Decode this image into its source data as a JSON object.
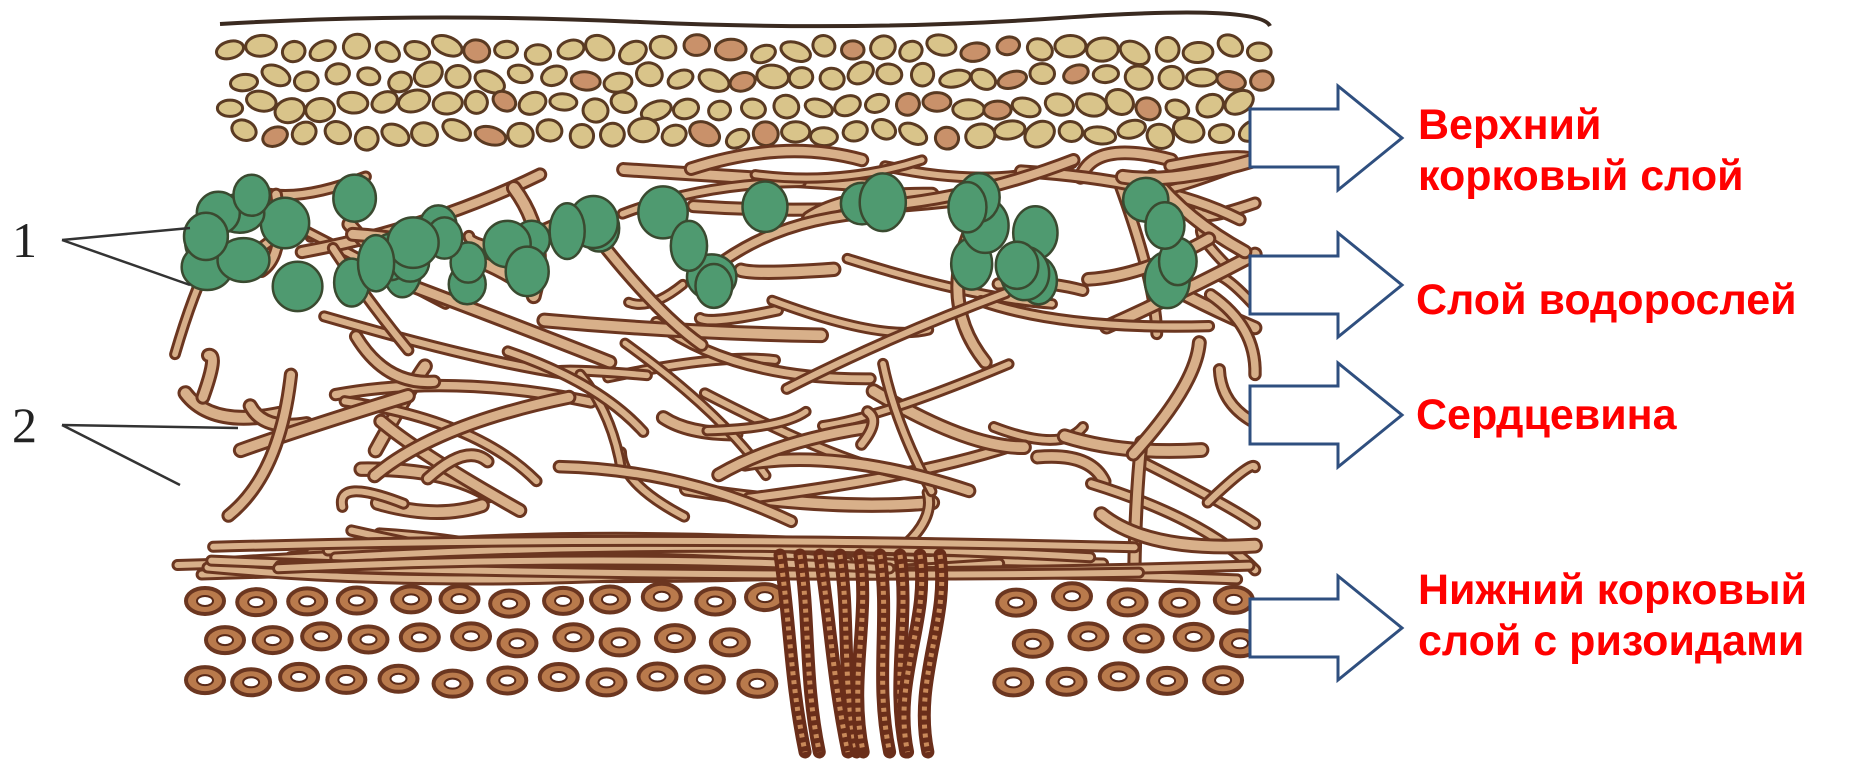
{
  "markers": [
    "1",
    "2"
  ],
  "labels": [
    {
      "line1": "Верхний",
      "line2": "корковый слой"
    },
    {
      "line1": "Слой водорослей",
      "line2": ""
    },
    {
      "line1": "Сердцевина",
      "line2": ""
    },
    {
      "line1": "Нижний корковый",
      "line2": "слой с ризоидами"
    }
  ],
  "colors": {
    "label_text": "#ff0000",
    "arrow_stroke": "#2f4f7f",
    "hypha_fill": "#d8b08a",
    "hypha_outline": "#6b3620",
    "algae_fill": "#4f9a70",
    "upper_cell_fill": "#d9c48a",
    "upper_cell_outline": "#5a3a22"
  }
}
